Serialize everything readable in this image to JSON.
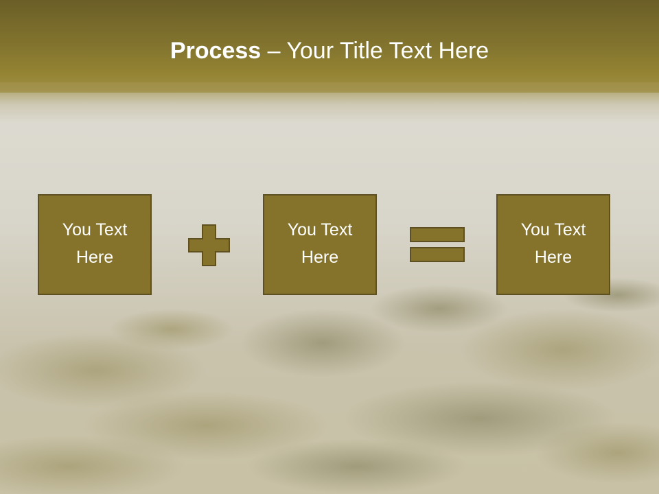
{
  "title": {
    "bold": "Process",
    "rest": " – Your Title Text Here"
  },
  "boxes": [
    {
      "line1": "You Text",
      "line2": "Here"
    },
    {
      "line1": "You Text",
      "line2": "Here"
    },
    {
      "line1": "You Text",
      "line2": "Here"
    }
  ],
  "icons": {
    "operator_1": "plus-icon",
    "operator_2": "equals-icon"
  },
  "colors": {
    "title_band": "#7a6c2c",
    "box_fill": "#85732b",
    "box_border": "#5e5020",
    "operator_fill": "#85732b",
    "text": "#ffffff"
  }
}
